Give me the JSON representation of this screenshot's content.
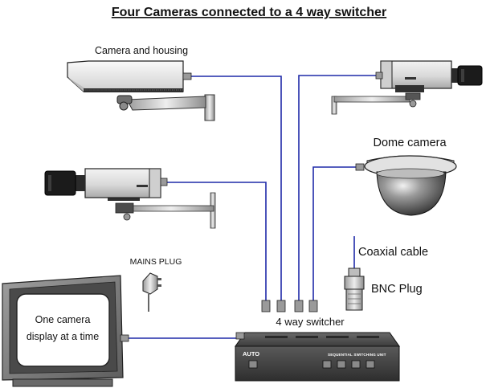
{
  "title": "Four Cameras connected to a 4 way switcher",
  "labels": {
    "camera_housing": "Camera and housing",
    "dome_camera": "Dome camera",
    "coaxial_cable": "Coaxial cable",
    "bnc_plug": "BNC Plug",
    "mains_plug": "MAINS PLUG",
    "switcher": "4 way switcher",
    "monitor_line1": "One camera",
    "monitor_line2": "display at a time"
  },
  "switcher_panel": {
    "mode_label": "AUTO",
    "unit_label": "SEQUENTIAL SWITCHING UNIT"
  },
  "colors": {
    "cable": "#1f2aa8",
    "equipment_light": "#e6e6e6",
    "equipment_dark": "#3a3a3a"
  }
}
